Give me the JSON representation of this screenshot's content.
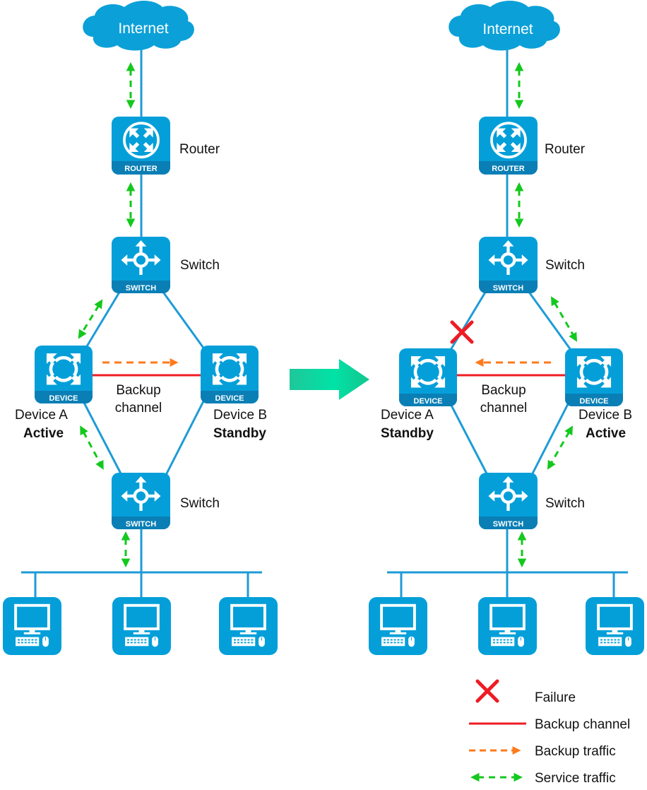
{
  "colors": {
    "device_blue": "#049fd9",
    "device_band": "#0a7fb5",
    "link_blue": "#1e9bd7",
    "backup_channel": "#ee1c24",
    "backup_traffic": "#ff7a1a",
    "service_traffic": "#14c81e",
    "failure": "#ee1c24",
    "transition_arrow": "#00d49a"
  },
  "left": {
    "internet": "Internet",
    "router_label": "Router",
    "router_tag": "ROUTER",
    "switch_top_label": "Switch",
    "switch_bottom_label": "Switch",
    "switch_tag": "SWITCH",
    "device_tag": "DEVICE",
    "device_a_name": "Device A",
    "device_a_role": "Active",
    "device_b_name": "Device B",
    "device_b_role": "Standby",
    "backup_line1": "Backup",
    "backup_line2": "channel",
    "backup_traffic_direction": "A-to-B"
  },
  "right": {
    "internet": "Internet",
    "router_label": "Router",
    "router_tag": "ROUTER",
    "switch_top_label": "Switch",
    "switch_bottom_label": "Switch",
    "switch_tag": "SWITCH",
    "device_tag": "DEVICE",
    "device_a_name": "Device A",
    "device_a_role": "Standby",
    "device_b_name": "Device B",
    "device_b_role": "Active",
    "backup_line1": "Backup",
    "backup_line2": "channel",
    "backup_traffic_direction": "B-to-A",
    "failure_location": "link between top Switch and Device A"
  },
  "legend": {
    "failure": "Failure",
    "backup_channel": "Backup channel",
    "backup_traffic": "Backup traffic",
    "service_traffic": "Service traffic"
  }
}
